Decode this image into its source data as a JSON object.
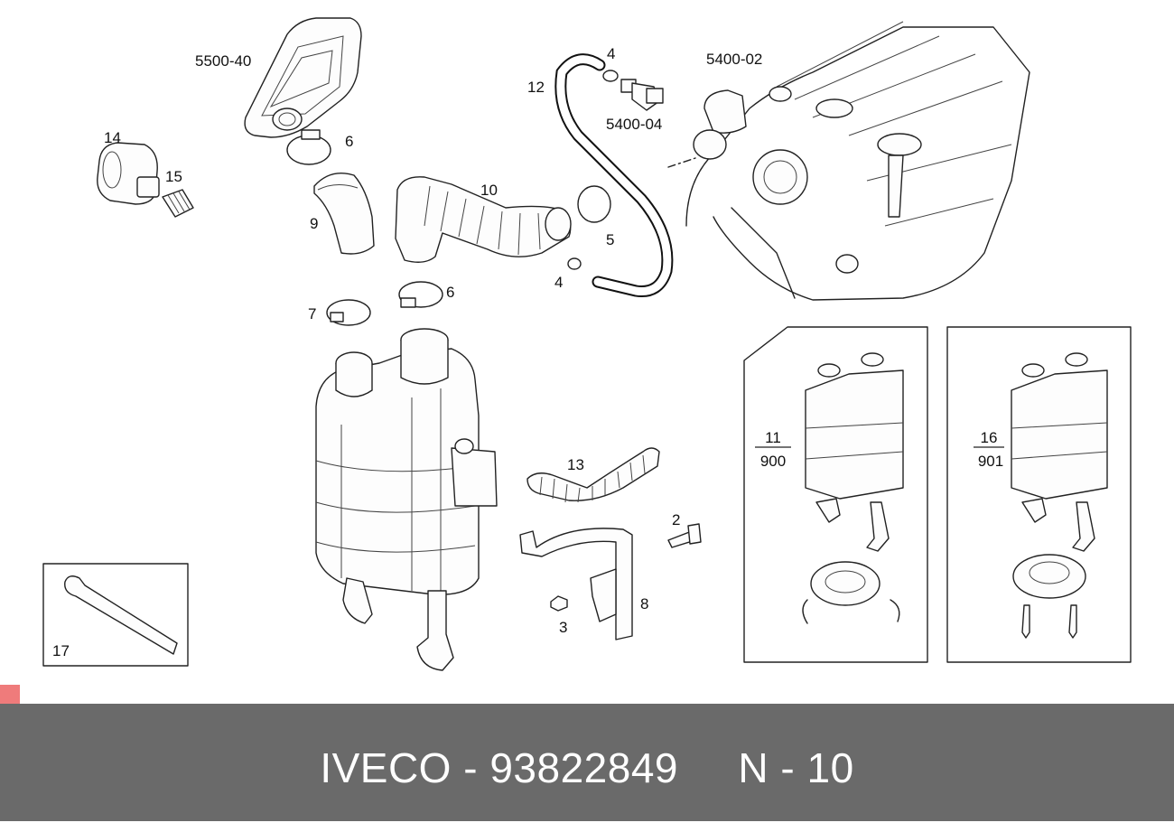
{
  "diagram": {
    "labels": {
      "p5500_40": "5500-40",
      "p5400_02": "5400-02",
      "p5400_04": "5400-04",
      "p4a": "4",
      "p4b": "4",
      "p12": "12",
      "p14": "14",
      "p15": "15",
      "p6a": "6",
      "p6b": "6",
      "p9": "9",
      "p10": "10",
      "p5": "5",
      "p7": "7",
      "p13": "13",
      "p2": "2",
      "p3": "3",
      "p8": "8",
      "p17": "17"
    },
    "fractions": {
      "kit1": {
        "top": "11",
        "bottom": "900"
      },
      "kit2": {
        "top": "16",
        "bottom": "901"
      }
    }
  },
  "footer": {
    "brand": "IVECO",
    "part_number": "93822849",
    "ref": "N - 10",
    "text": "IVECO - 93822849     N - 10"
  },
  "colors": {
    "footer_bg": "#6a6a6a",
    "footer_text": "#ffffff",
    "marker": "#ef7b7b"
  }
}
